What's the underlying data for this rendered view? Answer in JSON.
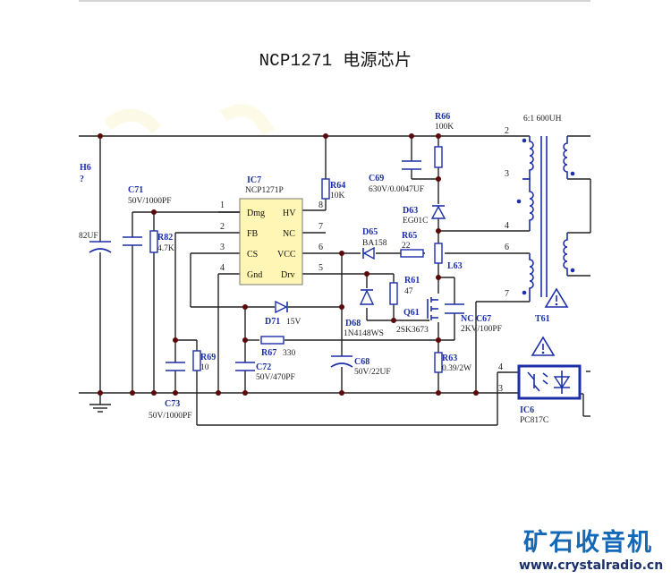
{
  "title": "NCP1271 电源芯片",
  "ic7": {
    "ref": "IC7",
    "part": "NCP1271P",
    "left_pins": [
      {
        "num": "1",
        "name": "Dmg"
      },
      {
        "num": "2",
        "name": "FB"
      },
      {
        "num": "3",
        "name": "CS"
      },
      {
        "num": "4",
        "name": "Gnd"
      }
    ],
    "right_pins": [
      {
        "num": "8",
        "name": "HV"
      },
      {
        "num": "7",
        "name": "NC"
      },
      {
        "num": "6",
        "name": "VCC"
      },
      {
        "num": "5",
        "name": "Drv"
      }
    ],
    "body_color": "#fff5b4"
  },
  "components": {
    "h6": {
      "ref": "H6",
      "val": "?"
    },
    "c_bulk": {
      "val": "82UF"
    },
    "c71": {
      "ref": "C71",
      "val": "50V/1000PF"
    },
    "r82": {
      "ref": "R82",
      "val": "4.7K"
    },
    "r64": {
      "ref": "R64",
      "val": "10K"
    },
    "r66": {
      "ref": "R66",
      "val": "100K"
    },
    "c69": {
      "ref": "C69",
      "val": "630V/0.0047UF"
    },
    "d63": {
      "ref": "D63",
      "val": "EG01C"
    },
    "d65": {
      "ref": "D65",
      "val": "BA158"
    },
    "r65": {
      "ref": "R65",
      "val": "22"
    },
    "l63": {
      "ref": "L63"
    },
    "r61": {
      "ref": "R61",
      "val": "47"
    },
    "d68": {
      "ref": "D68",
      "val": "1N4148WS"
    },
    "q61": {
      "ref": "Q61",
      "val": "2SK3673"
    },
    "c67": {
      "ref": "NC  C67",
      "val": "2KV/100PF"
    },
    "d71": {
      "ref": "D71",
      "val": "15V"
    },
    "r67": {
      "ref": "R67",
      "val": "330"
    },
    "c72": {
      "ref": "C72",
      "val": "50V/470PF"
    },
    "c68": {
      "ref": "C68",
      "val": "50V/22UF"
    },
    "r69": {
      "ref": "R69",
      "val": "10"
    },
    "c73": {
      "ref": "C73",
      "val": "50V/1000PF"
    },
    "r63": {
      "ref": "R63",
      "val": "0.39/2W"
    },
    "t61": {
      "ref": "T61",
      "val": "6:1 600UH",
      "pins": [
        "2",
        "3",
        "4",
        "6",
        "7"
      ]
    },
    "ic6": {
      "ref": "IC6",
      "val": "PC817C",
      "pins": [
        "4",
        "3"
      ]
    }
  },
  "watermark": {
    "name": "矿石收音机",
    "url": "www.crystalradio.cn"
  }
}
